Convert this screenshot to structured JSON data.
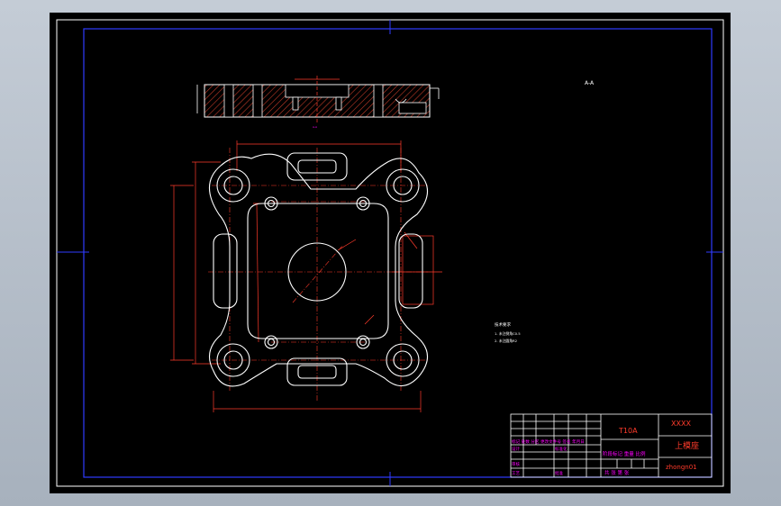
{
  "drawing": {
    "section_label": "A-A",
    "center_mark": "",
    "notes_heading": "技术要求",
    "notes": [
      "1. 未注倒角C0.5",
      "2. 未注圆角R2"
    ],
    "material": "T10A",
    "company_code": "XXXX",
    "part_name": "上模座",
    "drawing_no": "zhongn01",
    "tb_row_label": "标记 处数 分区 更改文件号 签名 年月日",
    "tb_design": "设计",
    "tb_std": "标准化",
    "tb_review": "审核",
    "tb_process": "工艺",
    "tb_approve": "批准",
    "tb_stage": "阶段标记 重量 比例",
    "tb_sheets": "共 张 第 张"
  },
  "colors": {
    "sheet_bg": "#000000",
    "frame": "#2f3bff",
    "outline": "#ffffff",
    "dimension": "#ff3b2b",
    "hatch": "#c03a28",
    "annotation": "#ff00ff"
  }
}
